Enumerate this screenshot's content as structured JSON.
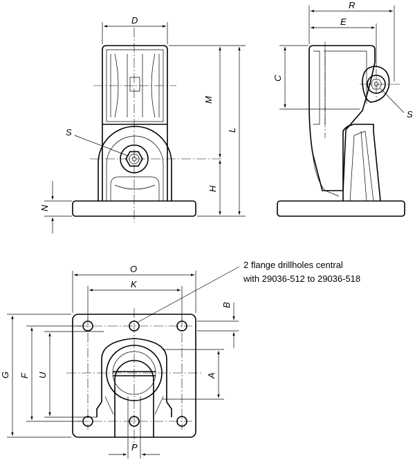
{
  "labels": {
    "D": "D",
    "M": "M",
    "L": "L",
    "S_front": "S",
    "H": "H",
    "N": "N",
    "R": "R",
    "E": "E",
    "C": "C",
    "S_side": "S",
    "O": "O",
    "K": "K",
    "B": "B",
    "G": "G",
    "F": "F",
    "U": "U",
    "A": "A",
    "P": "P"
  },
  "note": {
    "line1": "2 flange drillholes central",
    "line2": "with 29036-512 to 29036-518"
  }
}
